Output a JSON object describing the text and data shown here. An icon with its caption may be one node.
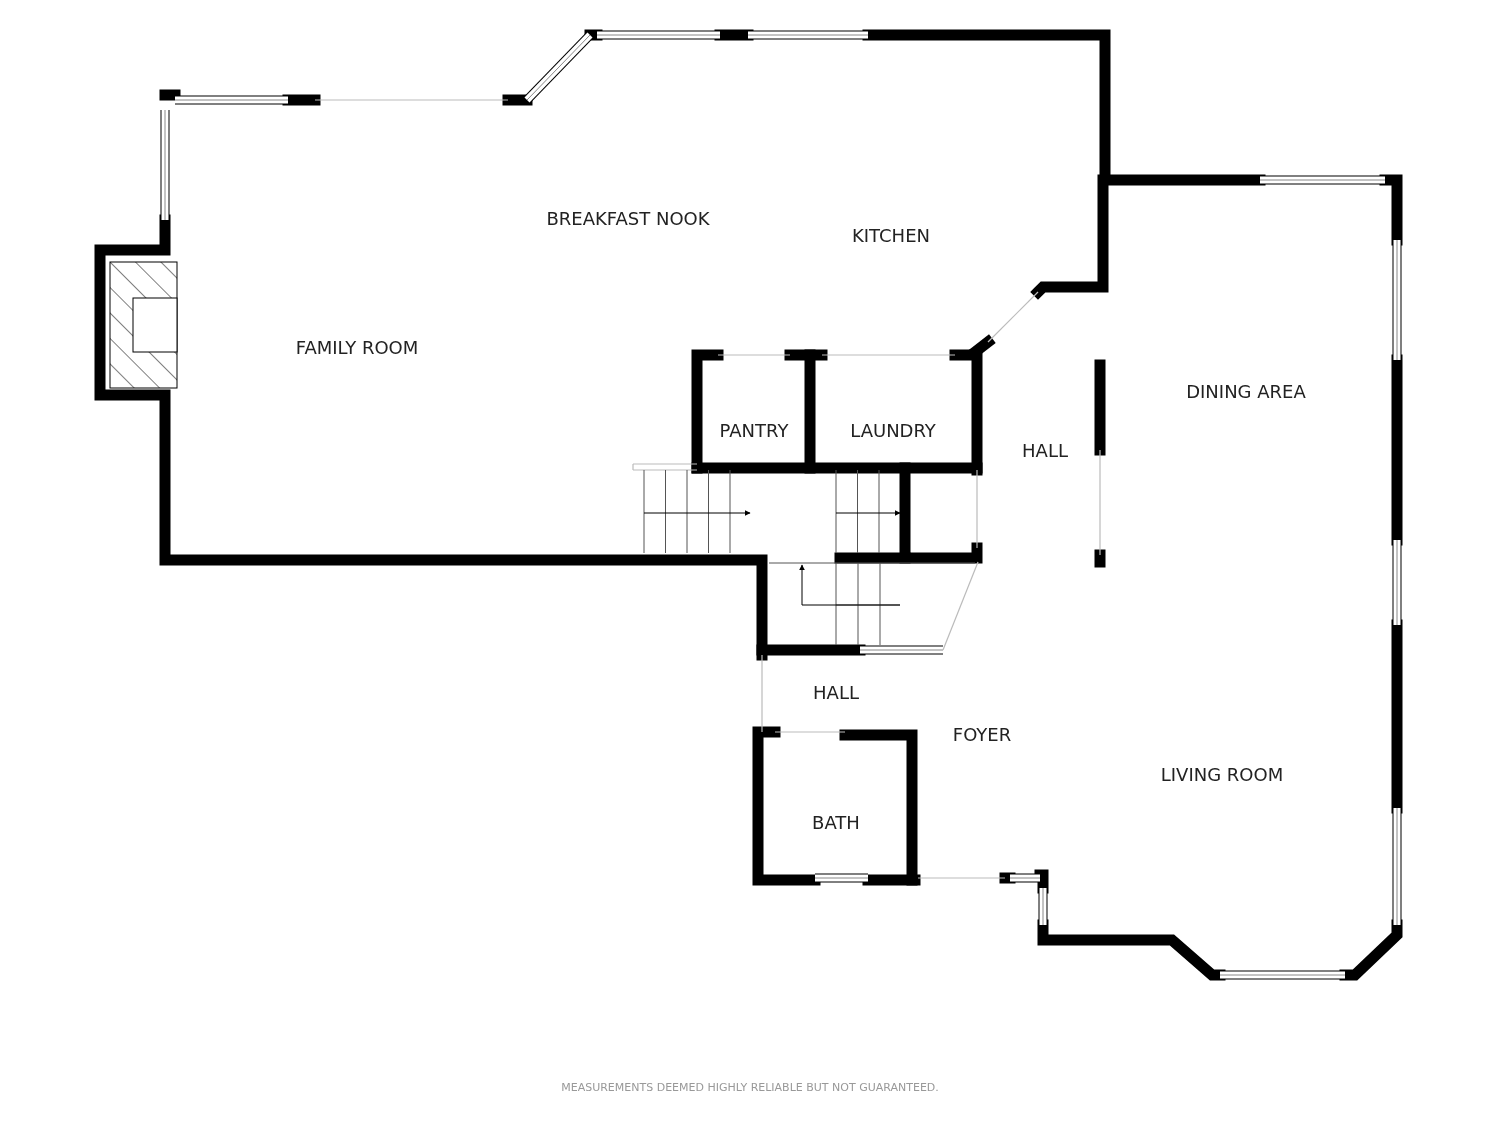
{
  "diagram": {
    "labels": [
      "BREAKFAST NOOK",
      "KITCHEN",
      "FAMILY ROOM",
      "DINING AREA",
      "PANTRY",
      "LAUNDRY",
      "HALL",
      "HALL",
      "FOYER",
      "LIVING ROOM",
      "BATH",
      "MEASUREMENTS DEEMED HIGHLY RELIABLE BUT NOT GUARANTEED."
    ]
  }
}
